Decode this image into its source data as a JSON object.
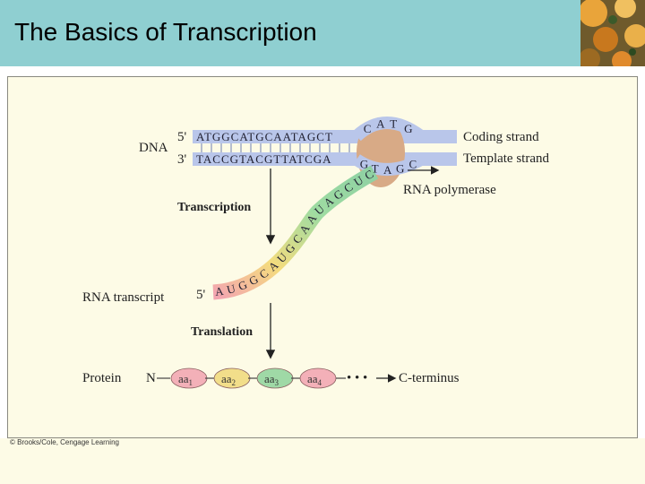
{
  "title": "The Basics of Transcription",
  "credit": "© Brooks/Cole, Cengage Learning",
  "diagram": {
    "dna_label": "DNA",
    "five_prime": "5'",
    "three_prime": "3'",
    "coding_seq": "ATGGCATGCAATAGCT",
    "template_seq": "TACCGTACGTTATCGA",
    "bubble_top": [
      "C",
      "A",
      "T",
      "G"
    ],
    "bubble_bottom": [
      "G",
      "T",
      "A",
      "G",
      "C"
    ],
    "coding_strand": "Coding strand",
    "template_strand": "Template strand",
    "rna_polymerase": "RNA polymerase",
    "transcription": "Transcription",
    "rna_transcript": "RNA transcript",
    "rna_five_prime": "5'",
    "rna_bases": [
      "A",
      "U",
      "G",
      "G",
      "C",
      "A",
      "U",
      "G",
      "C",
      "A",
      "A",
      "U",
      "A",
      "G",
      "C",
      "U",
      "C"
    ],
    "translation": "Translation",
    "protein": "Protein",
    "n_terminus": "N",
    "amino_acids": [
      {
        "base": "aa",
        "sub": "1",
        "color": "#f3b0b8"
      },
      {
        "base": "aa",
        "sub": "2",
        "color": "#f2de8a"
      },
      {
        "base": "aa",
        "sub": "3",
        "color": "#9fd9a6"
      },
      {
        "base": "aa",
        "sub": "4",
        "color": "#f3b0b8"
      }
    ],
    "ellipsis": "• • •",
    "c_terminus": "C-terminus"
  },
  "colors": {
    "header": "#8fcfd1",
    "panel": "#fdfbe6",
    "strand": "#b9c6ea",
    "polymerase": "#d8aa86"
  }
}
